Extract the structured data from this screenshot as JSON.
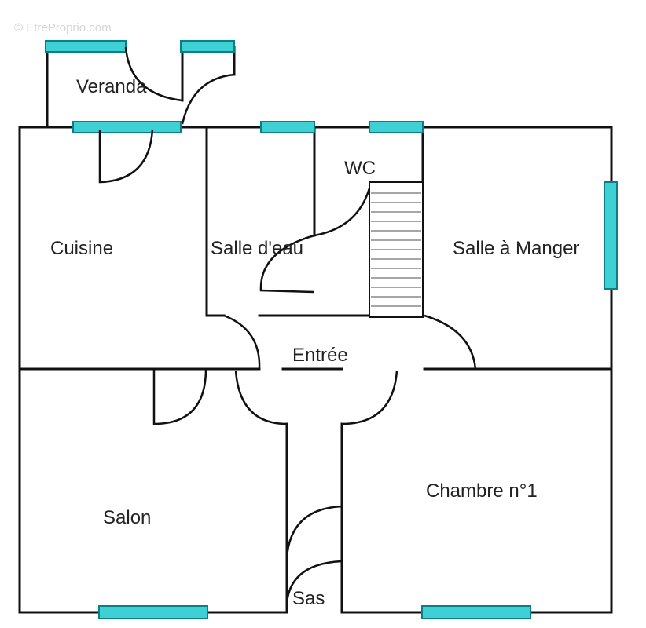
{
  "watermark": "© EtreProprio.com",
  "rooms": {
    "veranda": "Veranda",
    "wc": "WC",
    "cuisine": "Cuisine",
    "salle_eau": "Salle d'eau",
    "salle_manger": "Salle à Manger",
    "entree": "Entrée",
    "salon": "Salon",
    "chambre": "Chambre n°1",
    "sas": "Sas"
  },
  "colors": {
    "window": "#3fd0d6",
    "wall": "#111111"
  }
}
